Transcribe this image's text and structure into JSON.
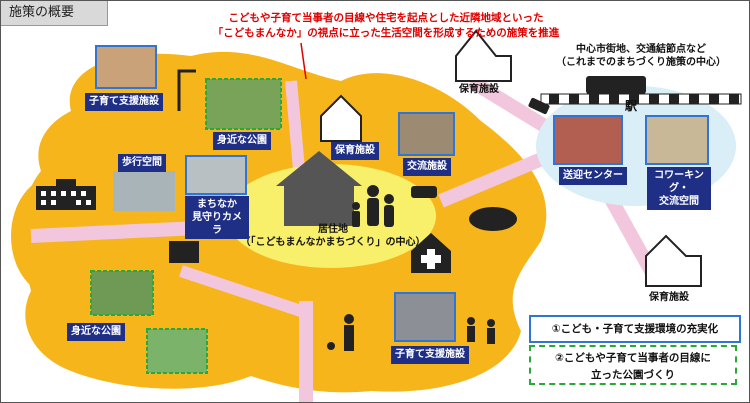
{
  "title": "施策の概要",
  "header_note": {
    "line1": "こどもや子育て当事者の目線や住宅を起点とした近隣地域といった",
    "line2": "「こどもまんなか」の視点に立った生活空間を形成するための施策を推進"
  },
  "center": {
    "line1": "居住地",
    "line2": "（「こどもまんなかまちづくり」の中心）"
  },
  "city_center": {
    "line1": "中心市街地、交通結節点など",
    "line2": "（これまでのまちづくり施策の中心）"
  },
  "labels": {
    "childcare_support_top": "子育て支援施設",
    "park_top": "身近な公園",
    "nursery_mid": "保育施設",
    "exchange": "交流施設",
    "walkway": "歩行空間",
    "watch_camera_1": "まちなか",
    "watch_camera_2": "見守りカメラ",
    "nursery_top_right": "保育施設",
    "station": "駅",
    "pickup_center": "送迎センター",
    "coworking_1": "コワーキング・",
    "coworking_2": "交流空間",
    "nursery_bottom_right": "保育施設",
    "park_bottom": "身近な公園",
    "childcare_support_bottom": "子育て支援施設"
  },
  "legend": {
    "item1": "①こども・子育て支援環境の充実化",
    "item2_line1": "②こどもや子育て当事者の目線に",
    "item2_line2": "立った公園づくり"
  },
  "colors": {
    "area": "#f7b51c",
    "center": "#f8ef6a",
    "road": "#f2c6dc",
    "city_center": "#d9eef6",
    "label_bg": "#1f2f86",
    "support_border": "#2f75d6",
    "park_border": "#2aa838",
    "note_text": "#e00000"
  }
}
